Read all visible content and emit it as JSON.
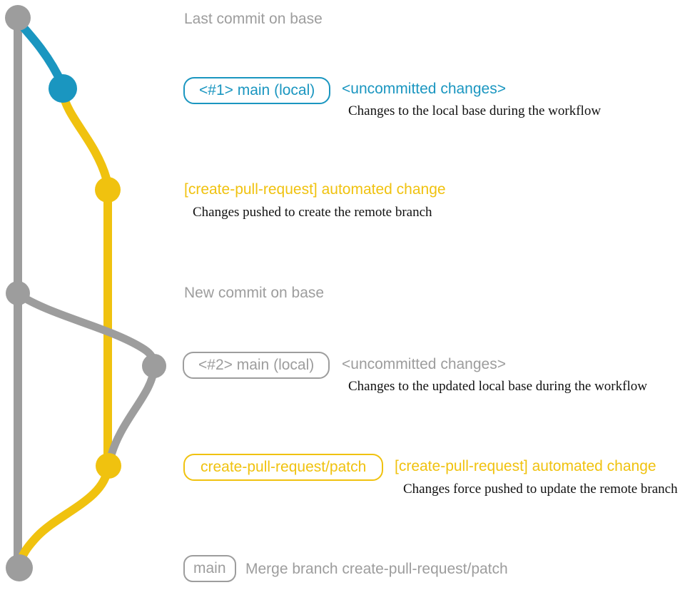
{
  "colors": {
    "gray": "#9d9d9d",
    "teal": "#1a96c0",
    "yellow": "#f0c20f",
    "text": "#111111",
    "background": "#ffffff"
  },
  "captions": {
    "last_commit": "Last commit on base",
    "new_commit": "New commit on base"
  },
  "row1": {
    "badge": "<#1> main (local)",
    "heading": "<uncommitted changes>",
    "description": "Changes to the local base during the workflow"
  },
  "row2": {
    "heading": "[create-pull-request] automated change",
    "description": "Changes pushed to create the remote branch"
  },
  "row3": {
    "badge": "<#2> main (local)",
    "heading": "<uncommitted changes>",
    "description": "Changes to the updated local base during the workflow"
  },
  "row4": {
    "badge": "create-pull-request/patch",
    "heading": "[create-pull-request] automated change",
    "description": "Changes force pushed to update the remote branch"
  },
  "row5": {
    "badge": "main",
    "heading": "Merge branch create-pull-request/patch"
  },
  "graph": {
    "branches": [
      {
        "name": "base",
        "color": "gray"
      },
      {
        "name": "local uncommitted changes",
        "color": "teal"
      },
      {
        "name": "create-pull-request/patch remote branch",
        "color": "yellow"
      }
    ],
    "nodes": [
      {
        "name": "last-commit-on-base",
        "color": "gray"
      },
      {
        "name": "local-main-1-uncommitted",
        "color": "teal"
      },
      {
        "name": "remote-branch-created",
        "color": "yellow"
      },
      {
        "name": "new-commit-on-base",
        "color": "gray"
      },
      {
        "name": "local-main-2-uncommitted",
        "color": "gray"
      },
      {
        "name": "remote-branch-force-updated",
        "color": "yellow"
      },
      {
        "name": "merge-commit-on-main",
        "color": "gray"
      }
    ]
  }
}
